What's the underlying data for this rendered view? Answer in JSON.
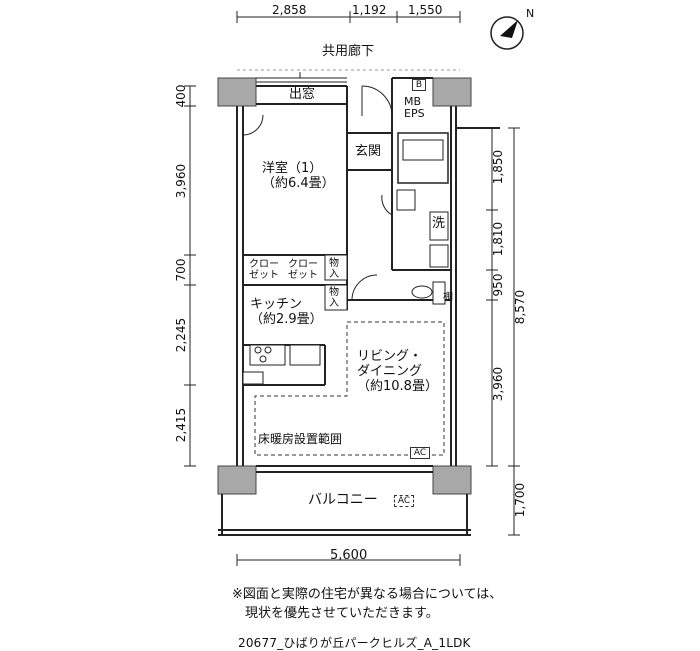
{
  "top_dims": [
    "2,858",
    "1,192",
    "1,550"
  ],
  "corridor": "共用廊下",
  "compass_label": "N",
  "rooms": {
    "window": "出窓",
    "mb_b": "B",
    "mb_eps": "MB\nEPS",
    "western_room": "洋室（1）\n（約6.4畳）",
    "entrance": "玄関",
    "washroom": "洗",
    "closet_a": "クロー\nゼット",
    "closet_b": "クロー\nゼット",
    "storage_a": "物\n入",
    "storage_b": "物\n入",
    "shelf": "棚",
    "kitchen": "キッチン\n（約2.9畳）",
    "living": "リビング・\nダイニング\n（約10.8畳）",
    "floor_heating": "床暖房設置範囲",
    "ac_living": "AC",
    "balcony": "バルコニー",
    "ac_balcony": "AC"
  },
  "left_dims": [
    "400",
    "3,960",
    "700",
    "2,245",
    "2,415"
  ],
  "right_dims": [
    "1,850",
    "1,810",
    "950",
    "3,960",
    "1,700"
  ],
  "right_total": "8,570",
  "bottom_dim": "5,600",
  "note": "※図面と実際の住宅が異なる場合については、\n　現状を優先させていただきます。",
  "code": "20677_ひばりが丘パークヒルズ_A_1LDK"
}
